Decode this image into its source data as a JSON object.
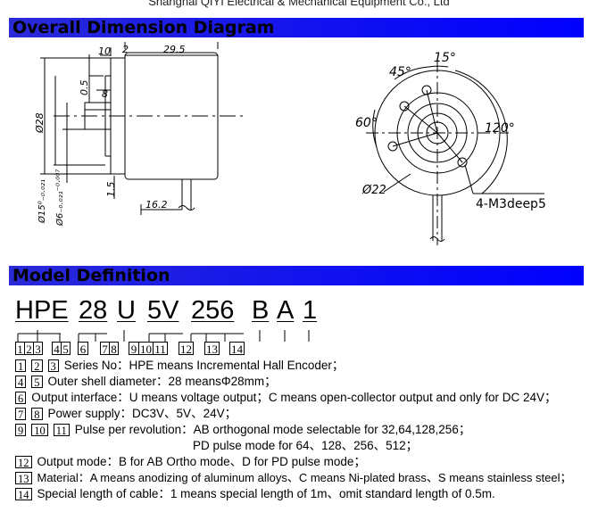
{
  "header": {
    "company": "Shanghai QIYI Electrical & Mechanical Equipment Co., Ltd"
  },
  "sections": {
    "dimension_title": "Overall Dimension Diagram",
    "model_title": "Model Definition"
  },
  "side_view": {
    "dims": {
      "d10": "10",
      "d2": "2",
      "d29_5": "29.5",
      "d0_5": "0.5",
      "d8": "8",
      "dia28": "Ø28",
      "dia15": "Ø15⁰₋₀.₀₂₁",
      "dia6": "Ø6₋₀.₀₂₁⁻⁰·⁰⁰⁷",
      "d1_5": "1.5",
      "d16_2": "16.2"
    }
  },
  "front_view": {
    "dims": {
      "a45": "45°",
      "a15": "15°",
      "a120": "120°",
      "a60": "60°",
      "dia22": "Ø22",
      "holes": "4-M3deep5"
    }
  },
  "model": {
    "code": [
      "HPE",
      "28",
      "U",
      "5V",
      "256",
      "B",
      "A",
      "1"
    ],
    "numbers": [
      "1",
      "2",
      "3",
      "4",
      "5",
      "6",
      "7",
      "8",
      "9",
      "10",
      "11",
      "12",
      "13",
      "14"
    ],
    "definitions": [
      {
        "nums": [
          "1",
          "2",
          "3"
        ],
        "text": "Series No：HPE means Incremental Hall Encoder；"
      },
      {
        "nums": [
          "4",
          "5"
        ],
        "text": "Outer shell diameter：28 meansΦ28mm；"
      },
      {
        "nums": [
          "6"
        ],
        "text": "Output interface：U means voltage output；C means open-collector output and only for DC 24V；"
      },
      {
        "nums": [
          "7",
          "8"
        ],
        "text": "Power supply：DC3V、5V、24V；"
      },
      {
        "nums": [
          "9",
          "10",
          "11"
        ],
        "text": "Pulse per revolution：AB orthogonal mode selectable for 32,64,128,256；"
      },
      {
        "nums": [],
        "text": "PD pulse mode for 64、128、256、512；"
      },
      {
        "nums": [
          "12"
        ],
        "text": "Output mode：B for AB Ortho mode、D for PD pulse mode；"
      },
      {
        "nums": [
          "13"
        ],
        "text": "Material：A means anodizing of aluminum alloys、C means Ni-plated brass、S means stainless steel；"
      },
      {
        "nums": [
          "14"
        ],
        "text": "Special length of cable：1 means special length of 1m、omit standard length of 0.5m."
      }
    ]
  }
}
